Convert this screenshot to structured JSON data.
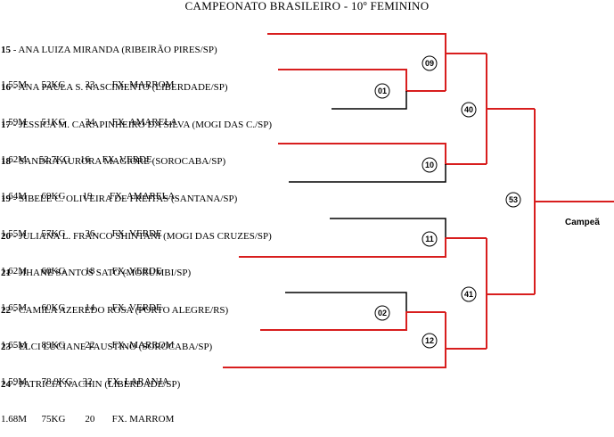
{
  "title": "CAMPEONATO BRASILEIRO - 10º FEMININO",
  "champion_label": "Campeã",
  "colors": {
    "winner": "#d81e1e",
    "loser": "#000000"
  },
  "athletes": [
    {
      "num": "15",
      "name": " - ANA LUIZA MIRANDA (RIBEIRÃO PIRES/SP)",
      "details": "1.55M      52KG        23       FX. MARROM"
    },
    {
      "num": "16",
      "name": " - ANA PAULA S. NASCIMENTO (LIBERDADE/SP)",
      "details": "1.59M      51KG        34       FX. AMARELA"
    },
    {
      "num": "17",
      "name": " - JESSICA M. CARAPINHEIRO DA SILVA (MOGI DAS C./SP)",
      "details": "1.62M     52,7KG    16     FX. VERDE"
    },
    {
      "num": "18",
      "name": " - SANDRA AURORA MAGIORE (SOROCABA/SP)",
      "details": "1.64M      69KG       19       FX. AMARELA"
    },
    {
      "num": "19",
      "name": " - SIBELE C. OLIVEIRA DE FREITAS (SANTANA/SP)",
      "details": "1.55M      57KG        36       FX. VERDE"
    },
    {
      "num": "20",
      "name": " - JULIANA L. FRANCO SHINTANI (MOGI DAS CRUZES/SP)",
      "details": "1.62M      60KG        18       FX. VERDE"
    },
    {
      "num": "21",
      "name": " - JIHANE SANTOS SATO (MORUMBI/SP)",
      "details": "1.65M      60KG        14       FX. VERDE"
    },
    {
      "num": "22",
      "name": " - CAMILA AZEREDO ROSA (PORTO ALEGRE/RS)",
      "details": "1.65M      89KG        22       FX. MARROM"
    },
    {
      "num": "23",
      "name": " - ELCI LUCIANE FAUSTINO (SOROCABA/SP)",
      "details": "1.59M      78.9KG    32      FX. LARANJA"
    },
    {
      "num": "24",
      "name": " - PATRICIA NACHIN (LIBERDADE/SP)",
      "details": "1.68M      75KG        20       FX. MARROM"
    }
  ],
  "matches": [
    "09",
    "01",
    "40",
    "10",
    "53",
    "11",
    "41",
    "02",
    "12"
  ]
}
